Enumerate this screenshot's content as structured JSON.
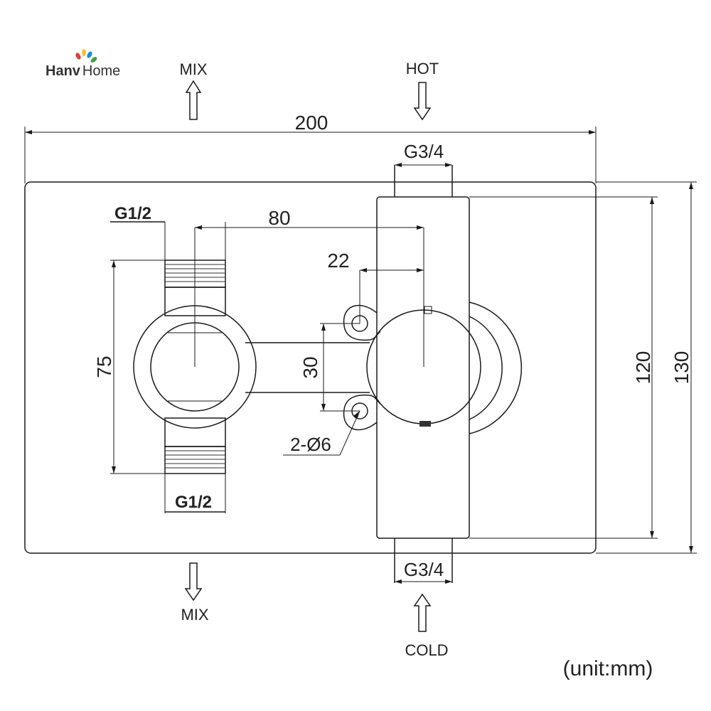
{
  "brand": {
    "name_bold": "Hanv",
    "name_regular": "Home",
    "drop_colors": [
      "#e53935",
      "#fbc02d",
      "#1e88e5",
      "#43a047"
    ]
  },
  "flow_labels": {
    "mix_top": "MIX",
    "hot": "HOT",
    "mix_bottom": "MIX",
    "cold": "COLD"
  },
  "dimensions": {
    "width_overall": "200",
    "height_overall": "130",
    "height_body": "120",
    "center_distance": "80",
    "offset_22": "22",
    "mount_hole_spacing": "30",
    "port_spacing": "75",
    "mount_holes": "2-Ø6"
  },
  "threads": {
    "top_left": "G1/2",
    "bottom_left": "G1/2",
    "top_right": "G3/4",
    "bottom_right": "G3/4"
  },
  "unit_note": "(unit:mm)"
}
